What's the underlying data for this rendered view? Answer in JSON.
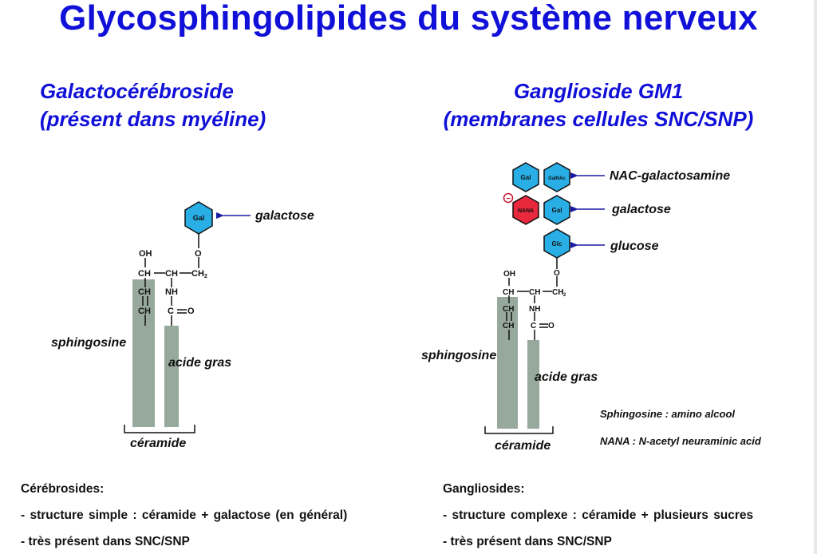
{
  "title": "Glycosphingolipides du système nerveux",
  "left": {
    "heading_1": "Galactocérébroside",
    "heading_2": "(présent dans myéline)",
    "sugar_gal": "Gal",
    "label_galactose": "galactose",
    "label_sphingosine": "sphingosine",
    "label_acide_gras": "acide gras",
    "label_ceramide": "céramide",
    "chem": {
      "oh": "OH",
      "ch": "CH",
      "ch2": "CH",
      "ch2_sub": "2",
      "nh": "NH",
      "o": "O",
      "c": "C",
      "eq_o": "O"
    }
  },
  "right": {
    "heading_1": "Ganglioside GM1",
    "heading_2": "(membranes cellules SNC/SNP)",
    "sugar_gal_top": "Gal",
    "sugar_galnac": "GalNAc",
    "sugar_nana": "NANA",
    "sugar_gal": "Gal",
    "sugar_glc": "Glc",
    "minus": "−",
    "label_nac": "NAC-galactosamine",
    "label_galactose": "galactose",
    "label_glucose": "glucose",
    "label_sphingosine": "sphingosine",
    "label_acide_gras": "acide gras",
    "label_ceramide": "céramide",
    "note_1": "Sphingosine : amino alcool",
    "note_2": "NANA : N-acetyl neuraminic acid"
  },
  "bottom_left": {
    "heading": "Cérébrosides:",
    "line_1": "- structure simple : céramide + galactose (en général)",
    "line_2": "- très présent dans SNC/SNP"
  },
  "bottom_right": {
    "heading": "Gangliosides:",
    "line_1": "- structure complexe : céramide + plusieurs sucres",
    "line_2": "- très présent dans SNC/SNP"
  },
  "colors": {
    "title": "#1010d8",
    "hex_blue": "#29aee6",
    "hex_red": "#e8283c",
    "chain": "#97a89c",
    "arrow": "#1a1aa0"
  }
}
